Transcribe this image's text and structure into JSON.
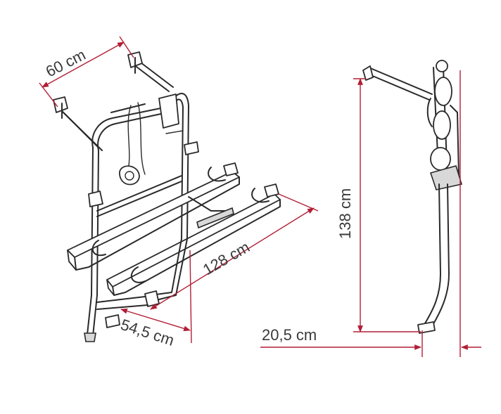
{
  "colors": {
    "dimension_line": "#b21e35",
    "text": "#3a3a3a",
    "outline": "#2a2a2a"
  },
  "dimensions": {
    "top_width": "60 cm",
    "rail_length": "128 cm",
    "rail_spacing": "54,5 cm",
    "height": "138 cm",
    "depth": "20,5 cm"
  }
}
